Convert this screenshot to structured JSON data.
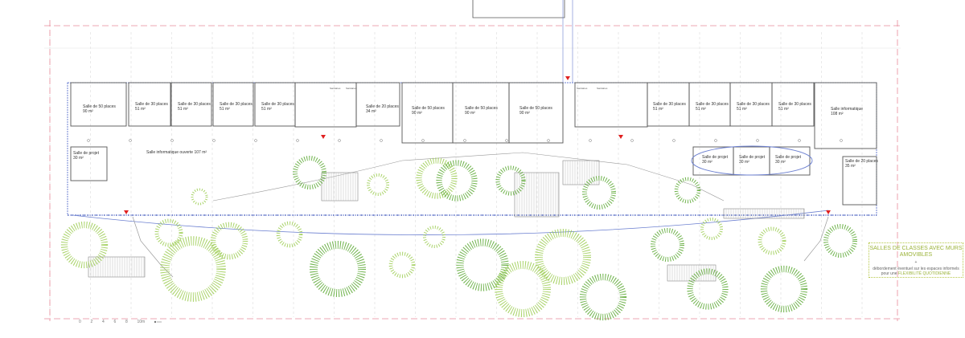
{
  "plan": {
    "rooms": [
      {
        "name": "Salle de 50 places",
        "area": "90 m²"
      },
      {
        "name": "Salle de 30 places",
        "area": "51 m²"
      },
      {
        "name": "Salle de 30 places",
        "area": "51 m²"
      },
      {
        "name": "Salle de 30 places",
        "area": "51 m²"
      },
      {
        "name": "Salle de 30 places",
        "area": "51 m²"
      },
      {
        "name": "Salle de 20 places",
        "area": "34 m²"
      },
      {
        "name": "Salle de 50 places",
        "area": "90 m²"
      },
      {
        "name": "Salle de 50 places",
        "area": "90 m²"
      },
      {
        "name": "Salle de 50 places",
        "area": "90 m²"
      },
      {
        "name": "Salle de 30 places",
        "area": "51 m²"
      },
      {
        "name": "Salle de 30 places",
        "area": "51 m²"
      },
      {
        "name": "Salle de 30 places",
        "area": "51 m²"
      },
      {
        "name": "Salle de 30 places",
        "area": "51 m²"
      },
      {
        "name": "Salle informatique",
        "area": "108 m²"
      },
      {
        "name": "Salle de projet",
        "area": "30 m²"
      },
      {
        "name": "Salle informatique ouverte 107 m²",
        "area": ""
      },
      {
        "name": "Salle de projet",
        "area": "30 m²"
      },
      {
        "name": "Salle de projet",
        "area": "30 m²"
      },
      {
        "name": "Salle de projet",
        "area": "30 m²"
      },
      {
        "name": "Salle de 20 places",
        "area": "35 m²"
      }
    ],
    "service_labels": [
      "Sanitaires",
      "Sanitaires",
      "Sanitaires",
      "Sanitaires"
    ],
    "colors": {
      "wall": "#555555",
      "facade": "#6b7fd0",
      "grid_red": "#e88a9a",
      "tree_dark": "#5aa832",
      "tree_light": "#9ccc52",
      "note": "#9bb33a"
    }
  },
  "note": {
    "title": "SALLES DE CLASSES AVEC MURS AMOVIBLES",
    "plus": "+",
    "desc_pre": "débordement éventuel sur les espaces informels pour une ",
    "desc_highlight": "FLEXIBILITÉ QUOTIDIENNE"
  },
  "scale_bar": {
    "ticks": [
      "0",
      "2",
      "4",
      "6",
      "8",
      "10m"
    ]
  }
}
